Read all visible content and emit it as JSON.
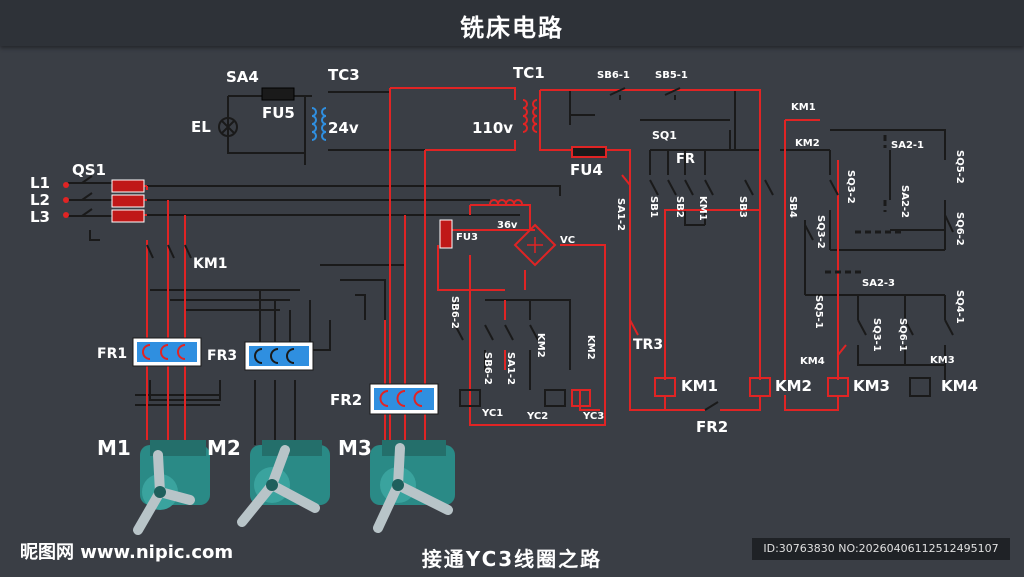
{
  "title": "铣床电路",
  "subtitle": "接通YC3线圈之路",
  "watermark": "昵图网 www.nipic.com",
  "image_id_text": "ID:30763830 NO:20260406112512495107",
  "colors": {
    "background": "#3a3e45",
    "wire": "#1a1a1a",
    "active_wire": "#e02424",
    "coil": "#2f8fe0",
    "fuse": "#c01818"
  },
  "labels": {
    "SA4": "SA4",
    "EL": "EL",
    "FU5": "FU5",
    "TC3": "TC3",
    "v24": "24v",
    "TC1": "TC1",
    "v110": "110v",
    "SB6_1": "SB6-1",
    "SB5_1": "SB5-1",
    "SQ1": "SQ1",
    "FU4": "FU4",
    "FR": "FR",
    "KM1_top": "KM1",
    "KM2_top": "KM2",
    "SA2_1": "SA2-1",
    "SQ5_2": "SQ5-2",
    "QS1": "QS1",
    "L1": "L1",
    "L2": "L2",
    "L3": "L3",
    "KM1_main": "KM1",
    "FU3": "FU3",
    "v36": "36v",
    "VC": "VC",
    "SA1_2": "SA1-2",
    "SB1": "SB1",
    "SB2": "SB2",
    "KM1_v": "KM1",
    "SB3": "SB3",
    "SB4": "SB4",
    "SQ3_2a": "SQ3-2",
    "SQ3_2b": "SQ3-2",
    "SA2_2": "SA2-2",
    "SQ6_2": "SQ6-2",
    "SA2_3": "SA2-3",
    "SQ5_1": "SQ5-1",
    "SQ3_1": "SQ3-1",
    "SQ6_1": "SQ6-1",
    "SQ4_1": "SQ4-1",
    "KM4_small": "KM4",
    "KM3_small": "KM3",
    "SB6_2": "SB6-2",
    "SB6_2b": "SB6-2",
    "SA1_2b": "SA1-2",
    "KM2_a": "KM2",
    "KM2_b": "KM2",
    "YC1": "YC1",
    "YC2": "YC2",
    "YC3": "YC3",
    "TR3": "TR3",
    "KM1_coil": "KM1",
    "KM2_coil": "KM2",
    "KM3_coil": "KM3",
    "KM4_coil": "KM4",
    "FR2_bottom": "FR2",
    "FR1": "FR1",
    "FR3": "FR3",
    "FR2": "FR2",
    "M1": "M1",
    "M2": "M2",
    "M3": "M3"
  }
}
